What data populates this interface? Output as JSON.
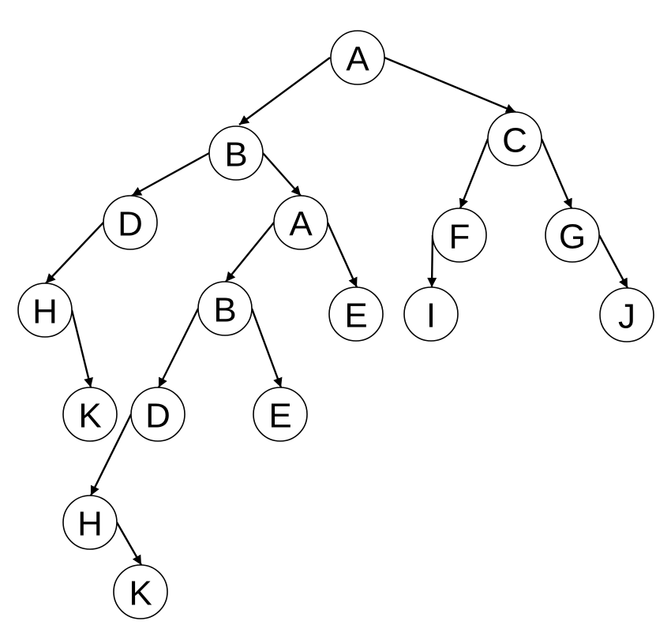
{
  "tree": {
    "nodes": [
      {
        "id": "n1",
        "label": "A"
      },
      {
        "id": "n2",
        "label": "B"
      },
      {
        "id": "n3",
        "label": "C"
      },
      {
        "id": "n4",
        "label": "D"
      },
      {
        "id": "n5",
        "label": "A"
      },
      {
        "id": "n6",
        "label": "F"
      },
      {
        "id": "n7",
        "label": "G"
      },
      {
        "id": "n8",
        "label": "H"
      },
      {
        "id": "n9",
        "label": "B"
      },
      {
        "id": "n10",
        "label": "E"
      },
      {
        "id": "n11",
        "label": "I"
      },
      {
        "id": "n12",
        "label": "J"
      },
      {
        "id": "n13",
        "label": "K"
      },
      {
        "id": "n14",
        "label": "D"
      },
      {
        "id": "n15",
        "label": "E"
      },
      {
        "id": "n16",
        "label": "H"
      },
      {
        "id": "n17",
        "label": "K"
      }
    ],
    "edges": [
      {
        "from": "n1",
        "to": "n2"
      },
      {
        "from": "n1",
        "to": "n3"
      },
      {
        "from": "n2",
        "to": "n4"
      },
      {
        "from": "n2",
        "to": "n5"
      },
      {
        "from": "n3",
        "to": "n6"
      },
      {
        "from": "n3",
        "to": "n7"
      },
      {
        "from": "n4",
        "to": "n8"
      },
      {
        "from": "n5",
        "to": "n9"
      },
      {
        "from": "n5",
        "to": "n10"
      },
      {
        "from": "n6",
        "to": "n11"
      },
      {
        "from": "n7",
        "to": "n12"
      },
      {
        "from": "n8",
        "to": "n13"
      },
      {
        "from": "n9",
        "to": "n14"
      },
      {
        "from": "n9",
        "to": "n15"
      },
      {
        "from": "n14",
        "to": "n16"
      },
      {
        "from": "n16",
        "to": "n17"
      }
    ]
  }
}
